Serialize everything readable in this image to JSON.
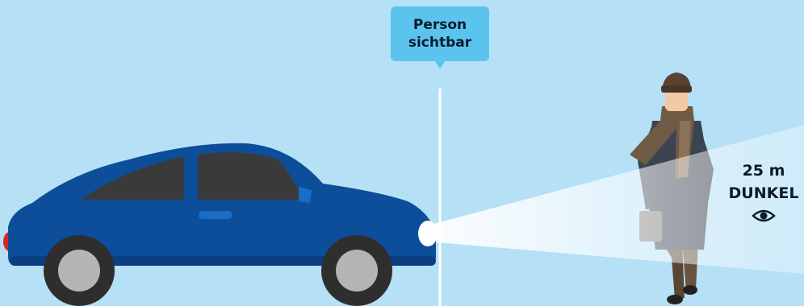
{
  "callout": {
    "line1": "Person",
    "line2": "sichtbar"
  },
  "distance_label": {
    "distance": "25 m",
    "condition": "DUNKEL",
    "icon": "eye-icon"
  },
  "colors": {
    "background": "#b5e0f6",
    "callout": "#5bc4ee",
    "car_body": "#0d4e9a",
    "headlight_beam": "#ffffff"
  }
}
